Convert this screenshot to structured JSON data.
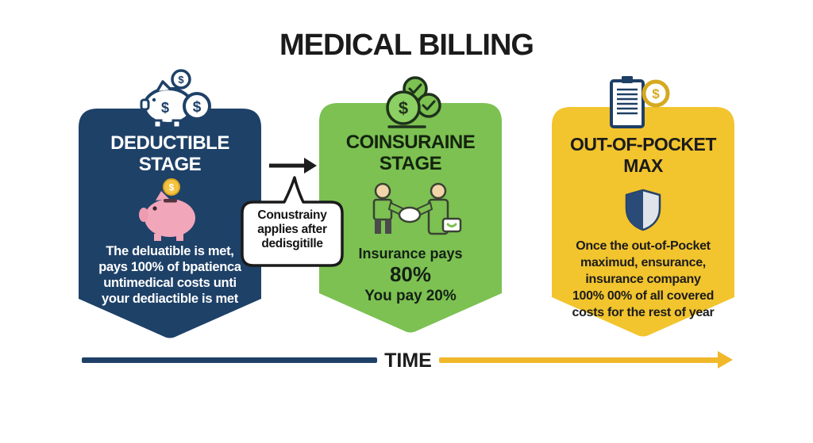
{
  "title": "MEDICAL BILLING",
  "panels": {
    "deductible": {
      "title1": "DEDUCTIBLE",
      "title2": "STAGE",
      "lines": [
        "The deluatible is met,",
        "pays 100% of bpatienca",
        "untimedical costs unti",
        "your dediactible is met"
      ],
      "color": "#1E4168"
    },
    "coinsurance": {
      "title1": "COINSURAINE",
      "title2": "STAGE",
      "line1": "Insurance pays",
      "line2": "80%",
      "line3_normal": "You pay",
      "line3_bold": "20%",
      "color": "#7CC152"
    },
    "out_of_pocket": {
      "title1": "OUT-OF-POCKET",
      "title2": "MAX",
      "lines": [
        "Once the out-of-Pocket",
        "maximud, ensurance,",
        "insurance company",
        "100% 00% of all covered",
        "costs for the rest of year"
      ],
      "color": "#F2C42E"
    }
  },
  "bubble": {
    "line1": "Conustrainy",
    "line2": "applies after",
    "line3": "dedisgitille"
  },
  "timeline": {
    "label": "TIME",
    "blue_color": "#1F4066",
    "yellow_color": "#F0B82B"
  },
  "glyphs": {
    "dollar": "$"
  }
}
